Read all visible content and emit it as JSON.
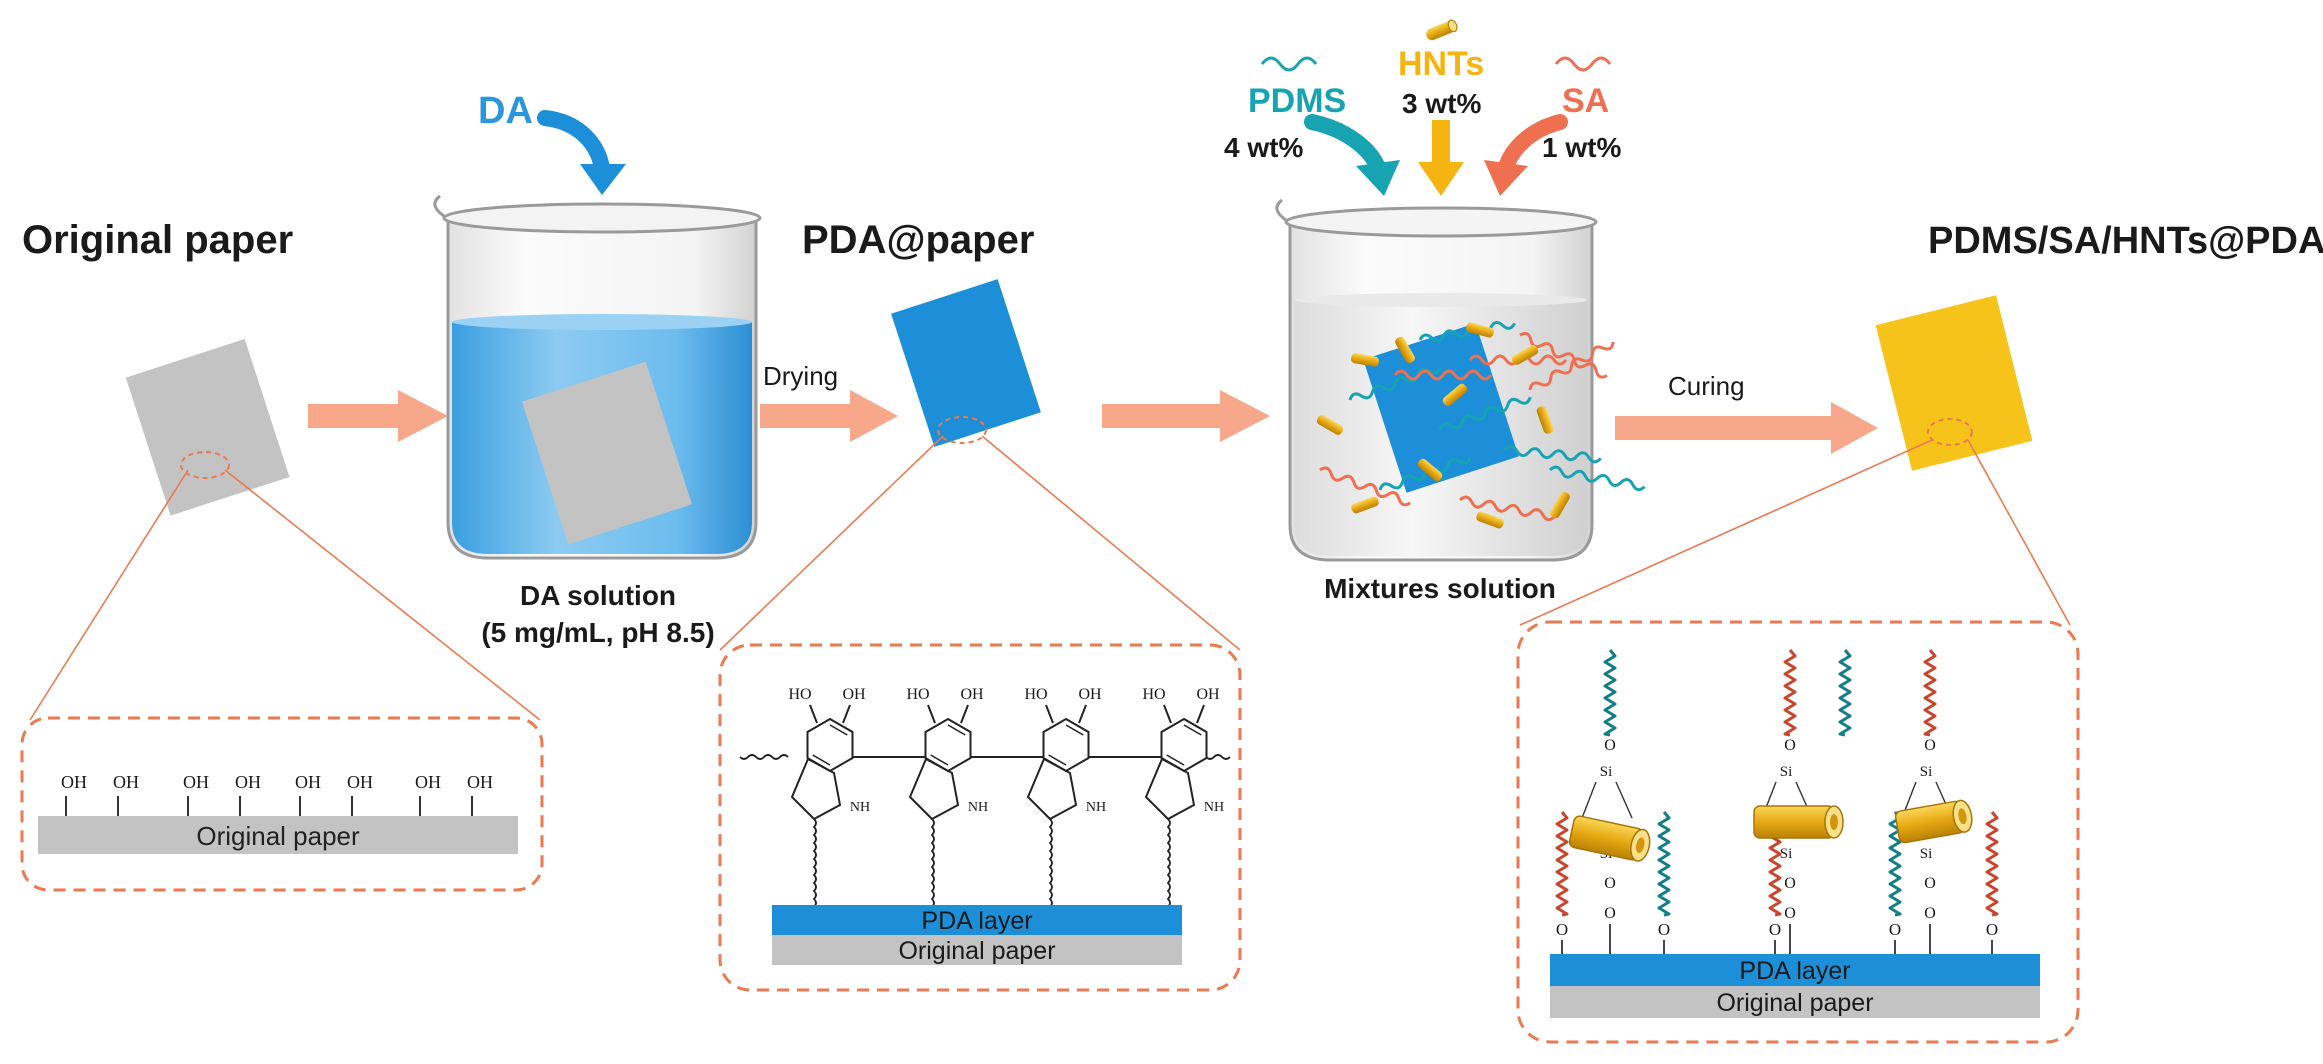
{
  "colors": {
    "arrow": "#f7a88a",
    "paper_gray": "#c3c3c3",
    "pda_blue": "#1c8fd8",
    "water_blue": "#5fb6ea",
    "coating_yellow": "#f6c31b",
    "callout_border": "#ea7a50",
    "pdms_teal": "#17a3b2",
    "hnts_yellow": "#f5b412",
    "sa_coral": "#ee7050",
    "da_blue": "#2b96dc",
    "chain_teal": "#127f86",
    "chain_red": "#c9462c",
    "text_dark": "#1a1a1a"
  },
  "stages": {
    "original_paper": {
      "title": "Original paper"
    },
    "pda_paper": {
      "title": "PDA@paper"
    },
    "final_paper": {
      "title": "PDMS/SA/HNTs@PDA@paper"
    }
  },
  "reagents": {
    "da": "DA",
    "pdms": {
      "name": "PDMS",
      "amount": "4 wt%"
    },
    "hnts": {
      "name": "HNTs",
      "amount": "3 wt%"
    },
    "sa": {
      "name": "SA",
      "amount": "1 wt%"
    }
  },
  "beakers": {
    "da_solution": {
      "label": "DA solution",
      "conditions": "(5 mg/mL, pH 8.5)"
    },
    "mixtures": {
      "label": "Mixtures solution"
    }
  },
  "steps": {
    "drying": "Drying",
    "curing": "Curing"
  },
  "callouts": {
    "oh": "OH",
    "ho": "HO",
    "nh": "NH",
    "o": "O",
    "si": "Si",
    "original_paper": "Original paper",
    "pda_layer": "PDA layer"
  }
}
